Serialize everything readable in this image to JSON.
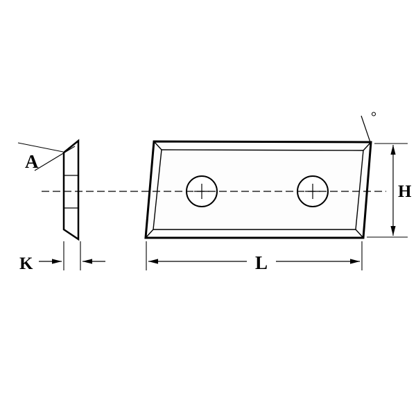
{
  "drawing": {
    "subject": "reversible-knife-insert-technical-drawing",
    "labels": {
      "view_a": "A",
      "thickness": "K",
      "length": "L",
      "height": "H",
      "angle_symbol": "°"
    },
    "colors": {
      "line": "#000000",
      "background": "#ffffff",
      "part_fill": "#fdfdfd"
    }
  }
}
